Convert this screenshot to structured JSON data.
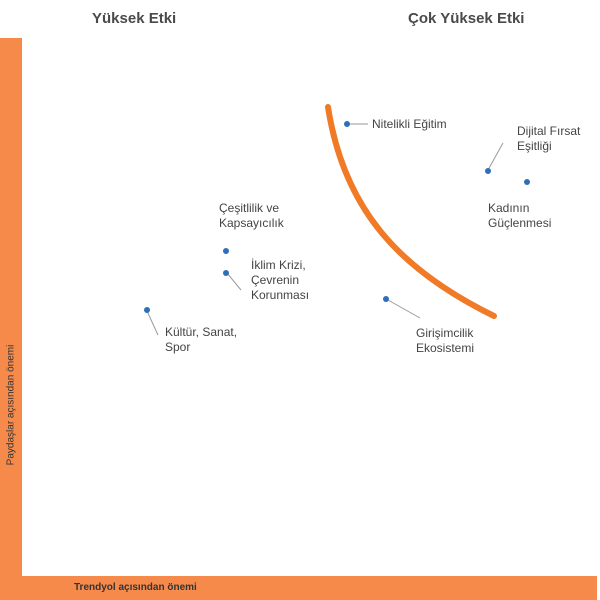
{
  "quadrants": {
    "left_title": "Yüksek Etki",
    "right_title": "Çok Yüksek Etki"
  },
  "axes": {
    "y_label": "Paydaşlar açısından önemi",
    "x_label": "Trendyol açısından önemi"
  },
  "colors": {
    "axis": "#f58a4b",
    "curve": "#f07a26",
    "point": "#2e6fb7",
    "leader": "#9a9a9a"
  },
  "items": [
    {
      "id": "nitelikli-egitim",
      "label": "Nitelikli Eğitim"
    },
    {
      "id": "dijital-firsat",
      "label": "Dijital Fırsat\nEşitliği"
    },
    {
      "id": "kadinin-guclenmesi",
      "label": "Kadının\nGüçlenmesi"
    },
    {
      "id": "cesitlilik",
      "label": "Çeşitlilik ve\nKapsayıcılık"
    },
    {
      "id": "iklim-krizi",
      "label": "İklim Krizi,\nÇevrenin\nKorunması"
    },
    {
      "id": "kultur-sanat",
      "label": "Kültür, Sanat,\nSpor"
    },
    {
      "id": "girisimcilik",
      "label": "Girişimcilik\nEkosistemi"
    }
  ]
}
